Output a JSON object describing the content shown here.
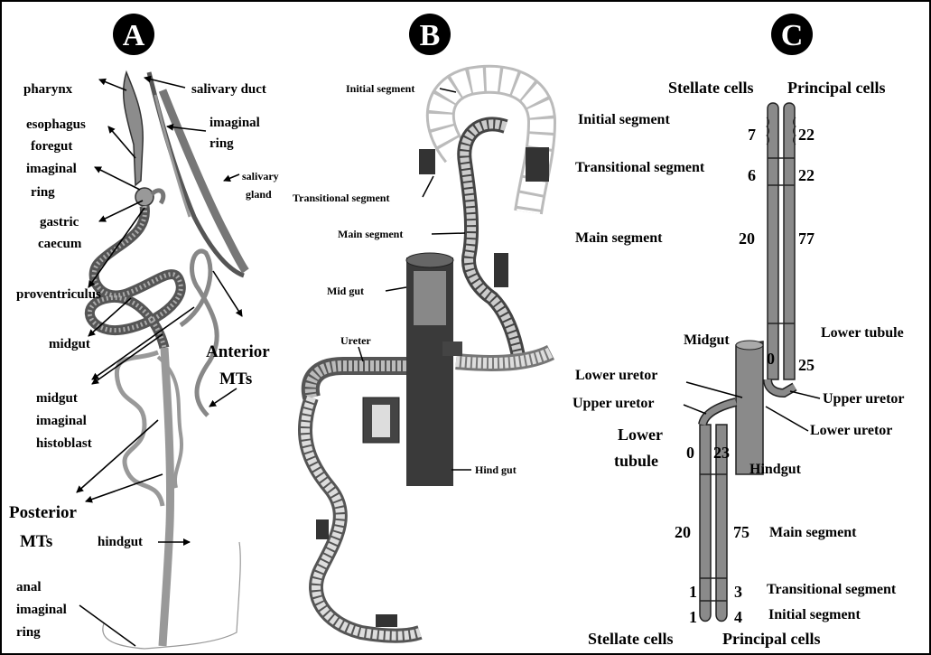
{
  "panels": {
    "a": "A",
    "b": "B",
    "c": "C"
  },
  "panel_a": {
    "pharynx": "pharynx",
    "salivary_duct": "salivary duct",
    "esophagus": "esophagus",
    "foregut": "foregut",
    "imaginal": "imaginal",
    "ring": "ring",
    "imaginal_r": "imaginal",
    "ring_r": "ring",
    "salivary": "salivary",
    "gland": "gland",
    "gastric": "gastric",
    "caecum": "caecum",
    "proventriculus": "proventriculus",
    "midgut": "midgut",
    "midgut2": "midgut",
    "imaginal2": "imaginal",
    "histoblast": "histoblast",
    "anterior": "Anterior",
    "mts_a": "MTs",
    "posterior": "Posterior",
    "mts_p": "MTs",
    "hindgut": "hindgut",
    "anal": "anal",
    "imaginal3": "imaginal",
    "ring3": "ring"
  },
  "panel_b": {
    "initial_segment": "Initial segment",
    "transitional_segment": "Transitional segment",
    "main_segment": "Main segment",
    "mid_gut": "Mid gut",
    "ureter": "Ureter",
    "hind_gut": "Hind gut"
  },
  "panel_c": {
    "stellate_top": "Stellate cells",
    "principal_top": "Principal cells",
    "initial_segment": "Initial segment",
    "transitional_segment": "Transitional segment",
    "main_segment": "Main segment",
    "lower_tubule_r": "Lower tubule",
    "midgut": "Midgut",
    "lower_uretor_1": "Lower uretor",
    "upper_uretor_1": "Upper uretor",
    "upper_uretor_2": "Upper uretor",
    "lower_uretor_2": "Lower uretor",
    "lower": "Lower",
    "tubule": "tubule",
    "hindgut": "Hindgut",
    "main_segment_b": "Main segment",
    "transitional_segment_b": "Transitional segment",
    "initial_segment_b": "Initial segment",
    "stellate_bottom": "Stellate cells",
    "principal_bottom": "Principal cells",
    "upper_counts": {
      "s_initial": "7",
      "p_initial": "22",
      "s_trans": "6",
      "p_trans": "22",
      "s_main": "20",
      "p_main": "77",
      "s_lower": "0",
      "p_lower": "25"
    },
    "lower_counts": {
      "s_lower": "0",
      "p_lower": "23",
      "s_main": "20",
      "p_main": "75",
      "s_trans": "1",
      "p_trans": "3",
      "s_initial": "1",
      "p_initial": "4"
    }
  }
}
